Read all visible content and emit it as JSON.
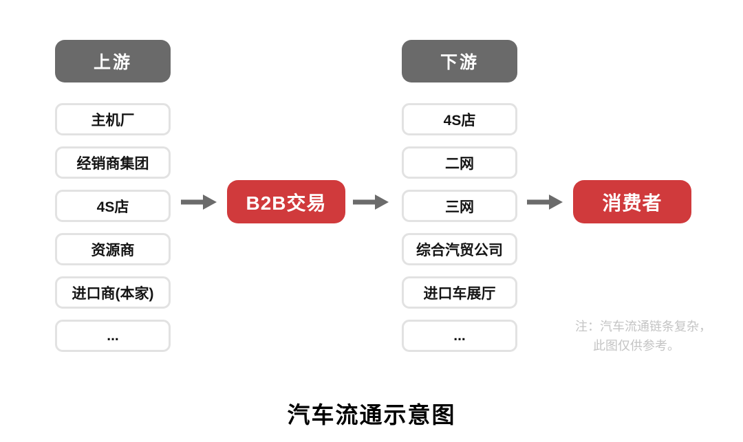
{
  "diagram": {
    "title": "汽车流通示意图",
    "note": {
      "line1": "注：汽车流通链条复杂，",
      "line2": "此图仅供参考。"
    },
    "upstream": {
      "header": "上游",
      "items": [
        "主机厂",
        "经销商集团",
        "4S店",
        "资源商",
        "进口商(本家)",
        "..."
      ]
    },
    "downstream": {
      "header": "下游",
      "items": [
        "4S店",
        "二网",
        "三网",
        "综合汽贸公司",
        "进口车展厅",
        "..."
      ]
    },
    "center_node": "B2B交易",
    "end_node": "消费者",
    "colors": {
      "header_bg": "#6a6a6a",
      "node_red": "#d03a3c",
      "arrow": "#6b6b6b",
      "box_border": "#e2e2e2",
      "note_text": "#c4c4c4"
    }
  }
}
